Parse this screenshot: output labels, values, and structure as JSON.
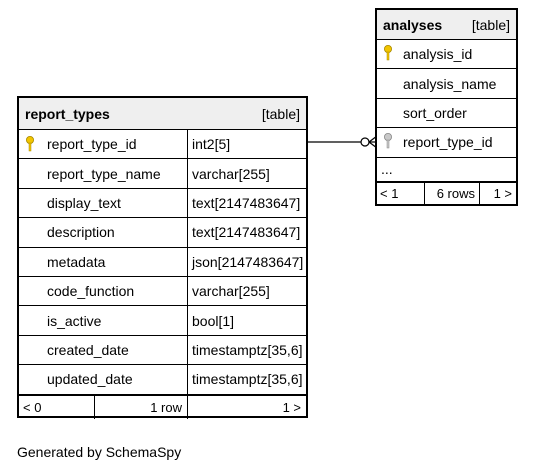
{
  "report_types": {
    "name": "report_types",
    "kind": "[table]",
    "columns": [
      {
        "name": "report_type_id",
        "type": "int2[5]"
      },
      {
        "name": "report_type_name",
        "type": "varchar[255]"
      },
      {
        "name": "display_text",
        "type": "text[2147483647]"
      },
      {
        "name": "description",
        "type": "text[2147483647]"
      },
      {
        "name": "metadata",
        "type": "json[2147483647]"
      },
      {
        "name": "code_function",
        "type": "varchar[255]"
      },
      {
        "name": "is_active",
        "type": "bool[1]"
      },
      {
        "name": "created_date",
        "type": "timestamptz[35,6]"
      },
      {
        "name": "updated_date",
        "type": "timestamptz[35,6]"
      }
    ],
    "footer": {
      "children": "< 0",
      "rows": "1 row",
      "parents": "1 >"
    }
  },
  "analyses": {
    "name": "analyses",
    "kind": "[table]",
    "columns": [
      {
        "name": "analysis_id"
      },
      {
        "name": "analysis_name"
      },
      {
        "name": "sort_order"
      },
      {
        "name": "report_type_id"
      }
    ],
    "more": "...",
    "footer": {
      "children": "< 1",
      "rows": "6 rows",
      "parents": "1 >"
    }
  },
  "credit": "Generated by SchemaSpy",
  "colors": {
    "primary_key": "#f2c500",
    "foreign_key": "#aaaaaa",
    "header_bg": "#efefef"
  }
}
